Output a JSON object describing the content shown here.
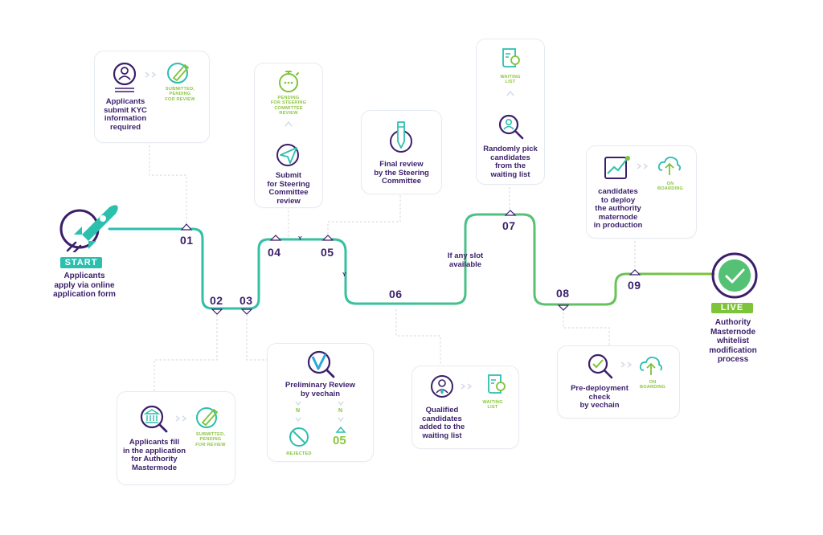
{
  "colors": {
    "teal": "#2bbfae",
    "green": "#7dc43a",
    "purple": "#3b1f6b",
    "blue": "#2fa8d8",
    "lime": "#8cc63f",
    "card_border": "#e6ebf1"
  },
  "start": {
    "badge": "START",
    "text": "Applicants\napply via online\napplication form"
  },
  "live": {
    "badge": "LIVE",
    "text": "Authority\nMasternode\nwhitelist\nmodification\nprocess"
  },
  "steps": [
    "01",
    "02",
    "03",
    "04",
    "05",
    "06",
    "07",
    "08",
    "09"
  ],
  "path_labels": {
    "y1": "Y",
    "y2": "Y",
    "if_slot": "If any slot\navailable"
  },
  "cards": {
    "kyc": {
      "text": "Applicants\nsubmit KYC\ninformation\nrequired",
      "status": "SUBMITTED,\nPENDING\nFOR REVIEW",
      "icons": [
        "user-icon",
        "pencil-check-icon"
      ]
    },
    "fill": {
      "text": "Applicants fill\nin the application\nfor Authority\nMastermode",
      "status": "SUBMITTED,\nPENDING\nFOR REVIEW",
      "icons": [
        "bank-search-icon",
        "pencil-check-icon"
      ]
    },
    "steering": {
      "text": "Submit\nfor Steering\nCommittee\nreview",
      "status": "PENDING\nFOR STEERING\nCOMMITTEE\nREVIEW",
      "icons": [
        "paper-plane-icon",
        "stopwatch-icon"
      ]
    },
    "prelim": {
      "text": "Preliminary Review\nby vechain",
      "n1": "N",
      "n2": "N",
      "rejected": "REJECTED",
      "goto": "05",
      "icons": [
        "vechain-search-icon",
        "rejected-icon"
      ]
    },
    "final": {
      "text": "Final review\nby the Steering\nCommittee",
      "icons": [
        "pen-icon"
      ]
    },
    "qualified": {
      "text": "Qualified\ncandidates\nadded to the\nwaiting list",
      "status": "WAITING\nLIST",
      "icons": [
        "person-tie-icon",
        "document-icon"
      ]
    },
    "random": {
      "text": "Randomly pick\ncandidates\nfrom the\nwaiting list",
      "status": "WAITING\nLIST",
      "icons": [
        "search-person-icon",
        "document-icon"
      ]
    },
    "deploy": {
      "text": "candidates\nto deploy\nthe authority\nmaternode\nin production",
      "status": "ON\nBOARDING",
      "icons": [
        "chart-icon",
        "cloud-upload-icon"
      ]
    },
    "predeploy": {
      "text": "Pre-deployment\ncheck\nby vechain",
      "status": "ON\nBOARDING",
      "icons": [
        "search-check-icon",
        "cloud-upload-icon"
      ]
    }
  }
}
